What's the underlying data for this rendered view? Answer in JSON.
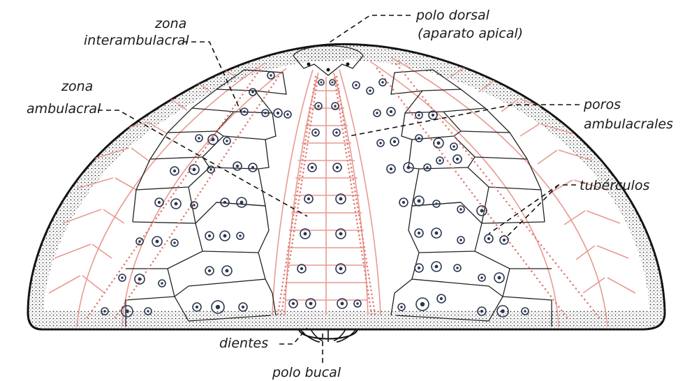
{
  "labels": {
    "polo_dorsal": "polo dorsal",
    "aparato_apical": "(aparato apical)",
    "zona_interamb_1": "zona",
    "zona_interamb_2": "interambulacral",
    "zona_amb_1": "zona",
    "zona_amb_2": "ambulacral",
    "poros_1": "poros",
    "poros_2": "ambulacrales",
    "tuberculos": "tubérculos",
    "dientes": "dientes",
    "polo_bucal": "polo bucal"
  },
  "colors": {
    "outline": "#111111",
    "ambulacral": "#e89a92",
    "tubercle": "#2a3550"
  }
}
